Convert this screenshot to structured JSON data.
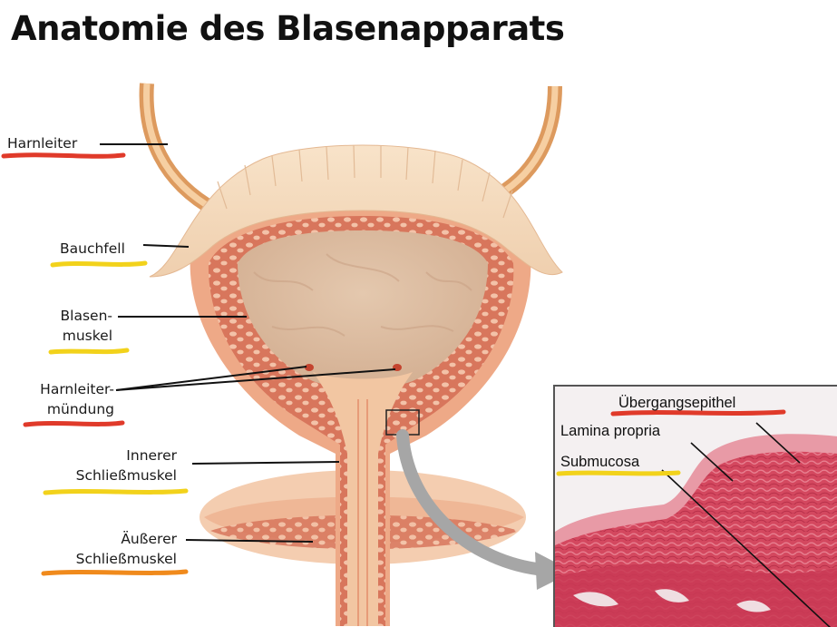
{
  "title": "Anatomie des Blasenapparats",
  "labels": {
    "harnleiter": "Harnleiter",
    "bauchfell": "Bauchfell",
    "blasenmuskel_1": "Blasen-",
    "blasenmuskel_2": "muskel",
    "harnleitermuendung_1": "Harnleiter-",
    "harnleitermuendung_2": "mündung",
    "innerer_1": "Innerer",
    "innerer_2": "Schließmuskel",
    "aeusserer_1": "Äußerer",
    "aeusserer_2": "Schließmuskel"
  },
  "micrograph": {
    "uebergangsepithel": "Übergangsepithel",
    "lamina_propria": "Lamina propria",
    "submucosa": "Submucosa"
  },
  "colors": {
    "underline_red": "#e03a2a",
    "underline_yellow": "#f2d21b",
    "underline_orange": "#f08a1c",
    "peritoneum": "#f6dcc0",
    "muscle": "#e8967a",
    "lumen": "#ddbfa5",
    "tissue": "#d6455e"
  }
}
